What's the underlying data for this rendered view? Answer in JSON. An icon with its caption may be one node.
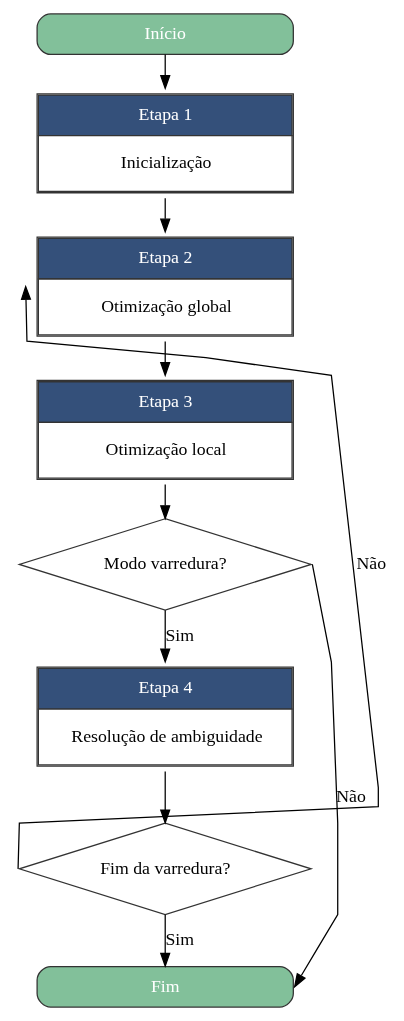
{
  "diagram": {
    "nodes": [
      {
        "text": [
          "Início"
        ]
      },
      {
        "text": [
          "Etapa 1",
          "Inicialização"
        ]
      },
      {
        "text": [
          "Etapa 2",
          "Otimização global"
        ]
      },
      {
        "text": [
          "Etapa 3",
          "Otimização local"
        ]
      },
      {
        "text": [
          "Modo varredura?"
        ]
      },
      {
        "text": [
          "Etapa 4",
          "Resolução de ambiguidade"
        ]
      },
      {
        "text": [
          "Fim da varredura?"
        ]
      },
      {
        "text": [
          "Fim"
        ]
      }
    ],
    "edges": [
      {
        "from": 0,
        "to": 1,
        "arrow": "to"
      },
      {
        "from": 1,
        "to": 2,
        "arrow": "to"
      },
      {
        "from": 2,
        "to": 3,
        "arrow": "to"
      },
      {
        "from": 3,
        "to": 4,
        "arrow": "to"
      },
      {
        "from": 4,
        "to": 5,
        "arrow": "to",
        "label": "Sim"
      },
      {
        "from": 5,
        "to": 6,
        "arrow": "to"
      },
      {
        "from": 6,
        "to": 7,
        "arrow": "to",
        "label": "Sim"
      },
      {
        "from": 6,
        "to": 2,
        "arrow": "to",
        "label": "Não"
      },
      {
        "from": 4,
        "to": 7,
        "arrow": "to",
        "label": "Não"
      }
    ]
  }
}
